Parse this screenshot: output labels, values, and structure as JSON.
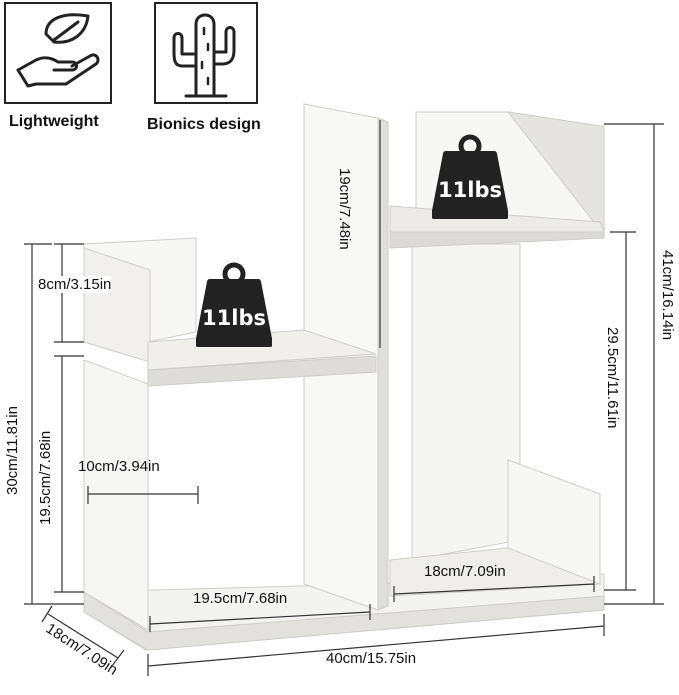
{
  "features": [
    {
      "label": "Lightweight",
      "icon": "hand-leaf-icon"
    },
    {
      "label": "Bionics design",
      "icon": "cactus-icon"
    }
  ],
  "weight_badges": [
    {
      "text": "11lbs",
      "icon": "weight-icon"
    },
    {
      "text": "11lbs",
      "icon": "weight-icon"
    }
  ],
  "dimensions": {
    "top_shelf_height": "19cm/7.48in",
    "total_height_right": "41cm/16.14in",
    "right_column_height": "29.5cm/11.61in",
    "left_top_box_height": "8cm/3.15in",
    "left_total_height": "30cm/11.81in",
    "left_lower_height": "19.5cm/7.68in",
    "inner_width": "10cm/3.94in",
    "left_bottom_width": "19.5cm/7.68in",
    "right_bottom_width": "18cm/7.09in",
    "depth": "18cm/7.09in",
    "total_width": "40cm/15.75in"
  },
  "colors": {
    "shelf": "#f6f6f4",
    "shelf_shadow": "#dedcd8",
    "badge": "#222222",
    "line": "#333333"
  }
}
